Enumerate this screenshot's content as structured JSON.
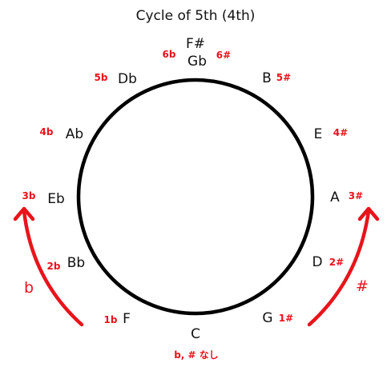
{
  "title": "Cycle of 5th (4th)",
  "colors": {
    "accent": "#e8141b",
    "text": "#111111",
    "circle": "#000000"
  },
  "keys": [
    {
      "id": "c",
      "key": "C",
      "key2": "",
      "acc": "b, # なし"
    },
    {
      "id": "g",
      "key": "G",
      "key2": "",
      "acc": "1#"
    },
    {
      "id": "d",
      "key": "D",
      "key2": "",
      "acc": "2#"
    },
    {
      "id": "a",
      "key": "A",
      "key2": "",
      "acc": "3#"
    },
    {
      "id": "e",
      "key": "E",
      "key2": "",
      "acc": "4#"
    },
    {
      "id": "b",
      "key": "B",
      "key2": "",
      "acc": "5#"
    },
    {
      "id": "fs-gb",
      "key": "F#",
      "key2": "Gb",
      "acc": "6#",
      "acc2": "6b"
    },
    {
      "id": "db",
      "key": "Db",
      "key2": "",
      "acc": "5b"
    },
    {
      "id": "ab",
      "key": "Ab",
      "key2": "",
      "acc": "4b"
    },
    {
      "id": "eb",
      "key": "Eb",
      "key2": "",
      "acc": "3b"
    },
    {
      "id": "bb",
      "key": "Bb",
      "key2": "",
      "acc": "2b"
    },
    {
      "id": "f",
      "key": "F",
      "key2": "",
      "acc": "1b"
    }
  ],
  "arrows": {
    "flat_label": "b",
    "sharp_label": "#"
  }
}
